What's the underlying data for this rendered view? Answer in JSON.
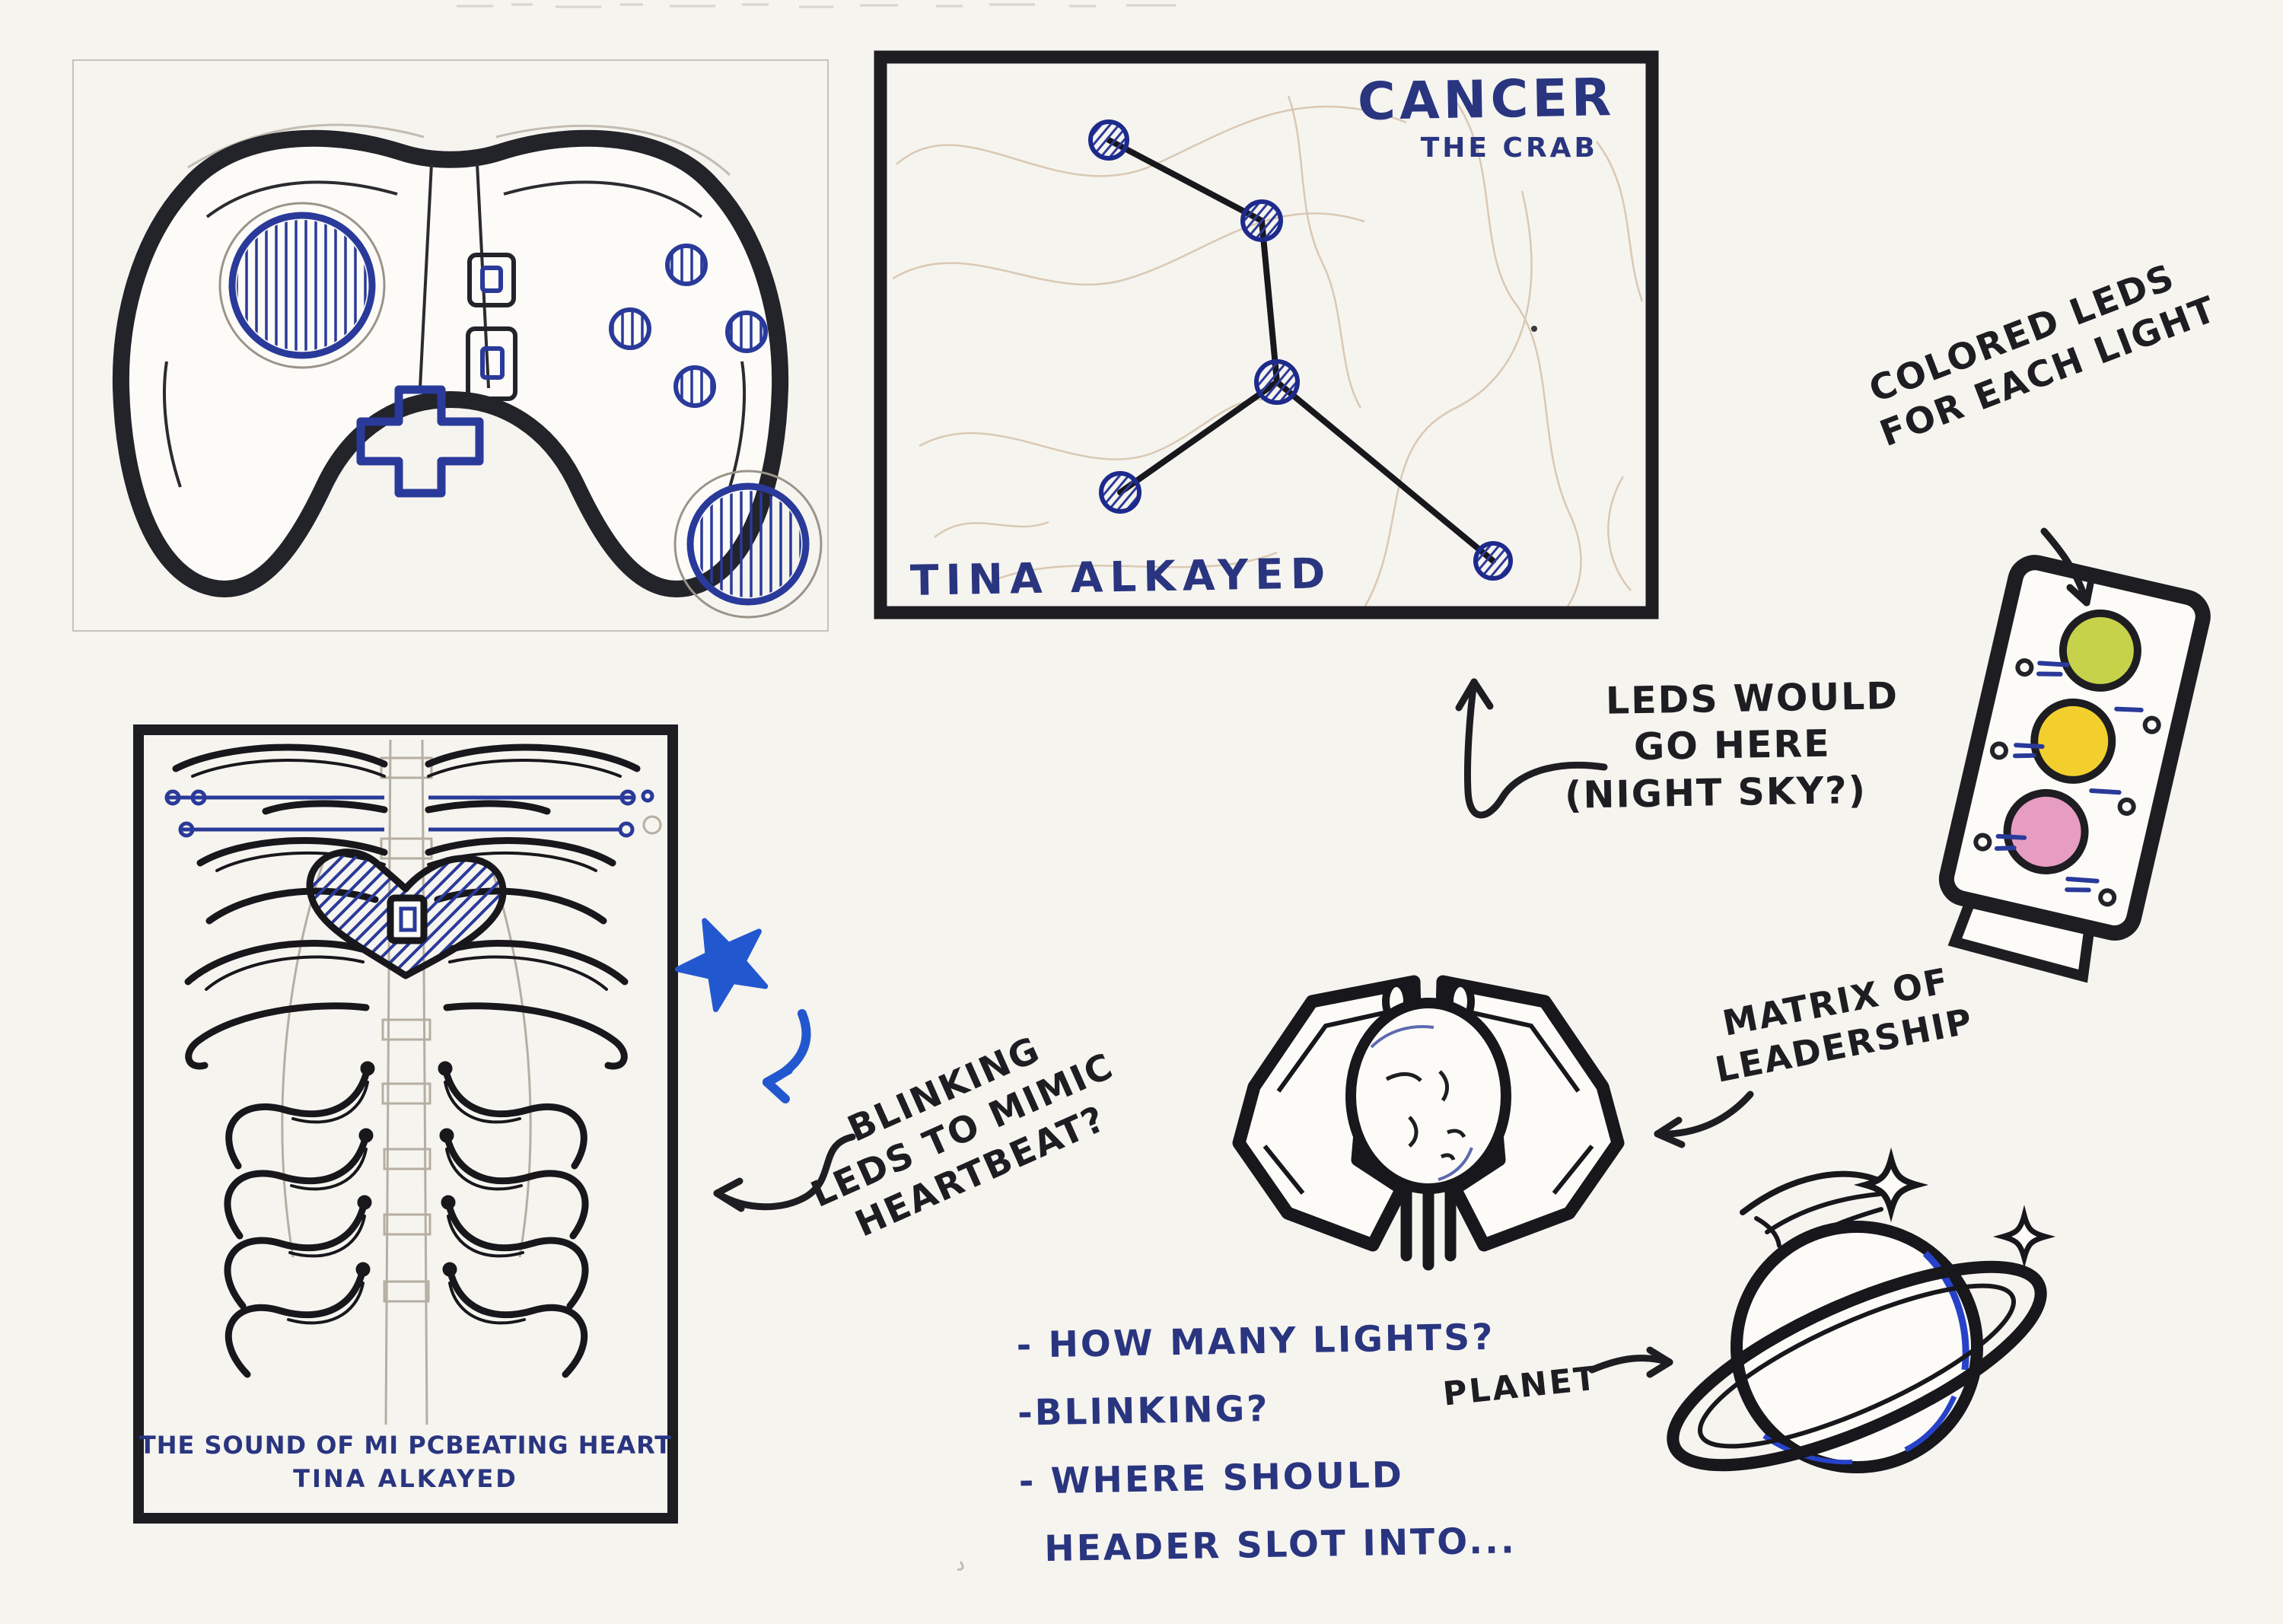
{
  "ink": {
    "black": "#1d1d22",
    "navy_blue": "#2a3580",
    "bright_blue": "#2257cf",
    "pencil_gray": "#b5aea2",
    "contour_tan": "#c7ab8e"
  },
  "constellation": {
    "title": "CANCER",
    "subtitle": "THE CRAB",
    "signature": "TINA ALKAYED"
  },
  "ribcage": {
    "caption_line1": "THE SOUND OF MI PCBEATING HEART",
    "caption_line2": "TINA ALKAYED"
  },
  "traffic_light": {
    "light_colors": [
      "#c6d24a",
      "#f2cf2d",
      "#e79cc2"
    ]
  },
  "annotations": {
    "colored_leds": [
      "COLORED LEDS",
      "FOR EACH LIGHT"
    ],
    "leds_here": [
      "LEDS WOULD",
      "GO HERE",
      "(NIGHT SKY?)"
    ],
    "matrix": [
      "MATRIX OF",
      "LEADERSHIP"
    ],
    "blinking": [
      "BLINKING",
      "LEDS TO MIMIC",
      "HEARTBEAT?"
    ],
    "planet_label": "PLANET",
    "questions": [
      "- HOW MANY LIGHTS?",
      "-BLINKING?",
      "- WHERE SHOULD",
      "HEADER SLOT INTO..."
    ]
  }
}
